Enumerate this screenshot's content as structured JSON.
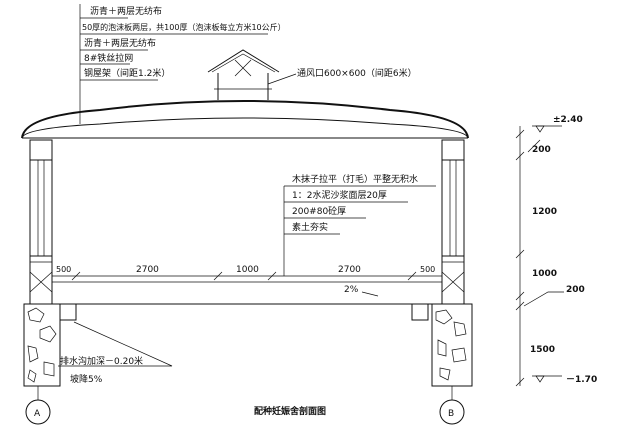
{
  "roof_layers": [
    "沥青＋两层无纺布",
    "50厚的泡沫板两层，共100厚（泡沫板每立方米10公斤）",
    "沥青＋两层无纺布",
    "8#铁丝拉网",
    "钢屋架（间距1.2米）"
  ],
  "vent_label": "通风口600×600（间距6米）",
  "floor_layers": [
    "木抹子拉平（打毛）平整无积水",
    "1：2水泥沙浆面层20厚",
    "200#80砼厚",
    "素土夯实"
  ],
  "horizontal_dims": [
    "500",
    "2700",
    "1000",
    "2700",
    "500"
  ],
  "slope_label": "2%",
  "drain_label": "排水沟加深－0.20米",
  "drain_slope": "坡降5%",
  "elevations": {
    "top": "±2.40",
    "bottom": "－1.70"
  },
  "vertical_dims": [
    "200",
    "1200",
    "1000",
    "200",
    "1500"
  ],
  "axes": [
    "A",
    "B"
  ],
  "drawing_title": "配种妊娠舍剖面图"
}
